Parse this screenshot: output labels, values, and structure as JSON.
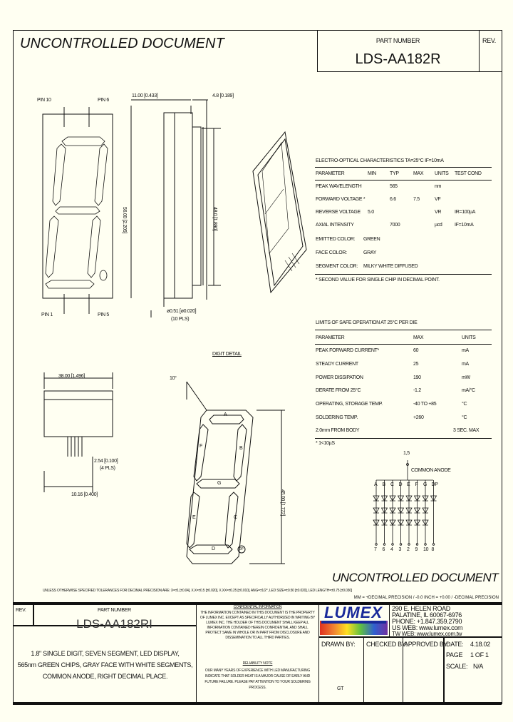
{
  "header": {
    "watermark": "UNCONTROLLED DOCUMENT",
    "part_number_label": "PART NUMBER",
    "part_number": "LDS-AA182R",
    "rev_label": "REV."
  },
  "drawing": {
    "pin10": "PIN 10",
    "pin6": "PIN 6",
    "pin1": "PIN 1",
    "pin5": "PIN 5",
    "dim_depth": "11.00 [0.433]",
    "dim_face": "4.8 [0.189]",
    "dim_height": "56.00 [2.205]",
    "dim_inner": "48.0 [1.890]",
    "dim_pin": "ø0.51 [ø0.020]",
    "dim_pin_qty": "(10 PLS)",
    "digit_detail": "DIGIT DETAIL",
    "dim_width": "38.00 [1.496]",
    "dim_pitch": "2.54 [0.100]",
    "dim_pitch_qty": "(4 PLS)",
    "dim_span": "10.16 [0.400]",
    "slant": "10°",
    "dim_digit": "45.00 [1.772]",
    "segments": [
      "A",
      "B",
      "C",
      "D",
      "E",
      "F",
      "G",
      "DP"
    ]
  },
  "electro_optical": {
    "title": "ELECTRO-OPTICAL CHARACTERISTICS  TA=25°C      IF=10mA",
    "headers": [
      "PARAMETER",
      "MIN",
      "TYP",
      "MAX",
      "UNITS",
      "TEST COND"
    ],
    "rows": [
      [
        "PEAK WAVELENGTH",
        "",
        "565",
        "",
        "nm",
        ""
      ],
      [
        "FORWARD VOLTAGE *",
        "",
        "6.6",
        "7.5",
        "VF",
        ""
      ],
      [
        "REVERSE VOLTAGE",
        "5.0",
        "",
        "",
        "VR",
        "IR=100µA"
      ],
      [
        "AXIAL INTENSITY",
        "",
        "7000",
        "",
        "µcd",
        "IF=10mA"
      ],
      [
        "EMITTED COLOR:",
        "GREEN",
        "",
        "",
        "",
        ""
      ],
      [
        "FACE COLOR:",
        "GRAY",
        "",
        "",
        "",
        ""
      ],
      [
        "SEGMENT COLOR:",
        "MILKY WHITE DIFFUSED",
        "",
        "",
        "",
        ""
      ]
    ],
    "footnote": "* SECOND VALUE FOR SINGLE CHIP IN DECIMAL POINT."
  },
  "safe_operation": {
    "title": "LIMITS OF SAFE OPERATION AT 25°C  PER DIE",
    "headers": [
      "PARAMETER",
      "MAX",
      "UNITS"
    ],
    "rows": [
      [
        "PEAK FORWARD CURRENT*",
        "60",
        "mA"
      ],
      [
        "STEADY CURRENT",
        "25",
        "mA"
      ],
      [
        "POWER DISSIPATION",
        "190",
        "mW"
      ],
      [
        "DERATE FROM 25°C",
        "-1.2",
        "mA/°C"
      ],
      [
        "OPERATING, STORAGE TEMP.",
        "-40 TO +85",
        "°C"
      ],
      [
        "SOLDERING TEMP.",
        "+260",
        "°C"
      ],
      [
        "2.0mm FROM BODY",
        "",
        "3 SEC. MAX"
      ]
    ],
    "footnote": "* 1<10µS"
  },
  "schematic": {
    "top_pins": "1,5",
    "common_anode": "COMMON ANODE",
    "segments": [
      "A",
      "B",
      "C",
      "D",
      "E",
      "F",
      "G",
      "DP"
    ],
    "pins": [
      "7",
      "6",
      "4",
      "3",
      "2",
      "9",
      "10",
      "8"
    ]
  },
  "footer": {
    "watermark": "UNCONTROLLED DOCUMENT",
    "tolerance_note": "UNLESS OTHERWISE SPECIFIED TOLERANCES FOR DECIMAL PRECISION ARE: X=±1 [±0.04], X.X=±0.5 [±0.020], X.XX=±0.25 [±0.010], ANG=±1/2°, LED SIZE=±0.50 [±0.020], LED LENGTH=±0.75 [±0.030]",
    "tolerance_note2": "MM = +DECIMAL PRECISION / -0.0   INCH = +0.00 / -DECIMAL PRECISION",
    "rev_label": "REV.",
    "part_number_label": "PART NUMBER",
    "part_number": "LDS-AA182RI",
    "description": [
      "1.8\" SINGLE DIGIT, SEVEN SEGMENT, LED DISPLAY,",
      "565nm GREEN CHIPS, GRAY FACE WITH WHITE SEGMENTS,",
      "COMMON ANODE, RIGHT DECIMAL PLACE."
    ],
    "confidential_title": "CONFIDENTIAL INFORMATION",
    "confidential_text": "THE INFORMATION CONTAINED IN THIS DOCUMENT IS THE PROPERTY OF LUMEX INC. EXCEPT AS SPECIFICALLY AUTHORIZED IN WRITING BY LUMEX INC. THE HOLDER OF THIS DOCUMENT SHALL KEEP ALL INFORMATION CONTAINED HEREIN CONFIDENTIAL AND SHALL PROTECT SAME IN WHOLE OR IN PART FROM DISCLOSURE AND DISSEMINATION TO ALL THIRD PARTIES.",
    "reliability_title": "RELIABILITY NOTE",
    "reliability_text": "OUR MANY YEARS OF EXPERIENCE WITH LED MANUFACTURING INDICATE THAT SOLDER HEAT IS A MAJOR CAUSE OF EARLY AND FUTURE FAILURE. PLEASE PAY ATTENTION TO YOUR SOLDERING PROCESS.",
    "logo": "LUMEX",
    "address": [
      "290 E. HELEN ROAD",
      "PALATINE, IL  60067-6976",
      "PHONE: +1.847.359.2790",
      "US WEB: www.lumex.com",
      "TW WEB: www.lumex.com.tw"
    ],
    "drawn_by_label": "DRAWN BY:",
    "drawn_by": "GT",
    "checked_by_label": "CHECKED BY:",
    "approved_by_label": "APPROVED BY:",
    "date_label": "DATE:",
    "date": "4.18.02",
    "page_label": "PAGE",
    "page": "1 OF 1",
    "scale_label": "SCALE:",
    "scale": "N/A"
  }
}
